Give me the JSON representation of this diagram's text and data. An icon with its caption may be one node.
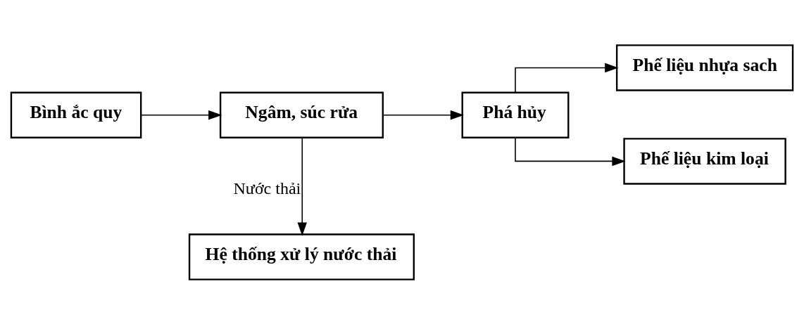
{
  "diagram": {
    "nodes": [
      {
        "text": [
          "Bình ắc quy"
        ]
      },
      {
        "text": [
          "Ngâm, súc rửa"
        ]
      },
      {
        "text": [
          "Phá hủy"
        ]
      },
      {
        "text": [
          "Phế liệu nhựa sach"
        ]
      },
      {
        "text": [
          "Phế liệu kim loại"
        ]
      },
      {
        "text": [
          "Hệ thống xử lý nước thải"
        ]
      }
    ],
    "edges": [
      {
        "from": 0,
        "to": 1,
        "arrow": "to"
      },
      {
        "from": 1,
        "to": 2,
        "arrow": "to"
      },
      {
        "from": 2,
        "to": 3,
        "arrow": "to"
      },
      {
        "from": 2,
        "to": 4,
        "arrow": "to"
      },
      {
        "from": 1,
        "to": 5,
        "arrow": "to",
        "label": "Nước thải"
      }
    ]
  }
}
